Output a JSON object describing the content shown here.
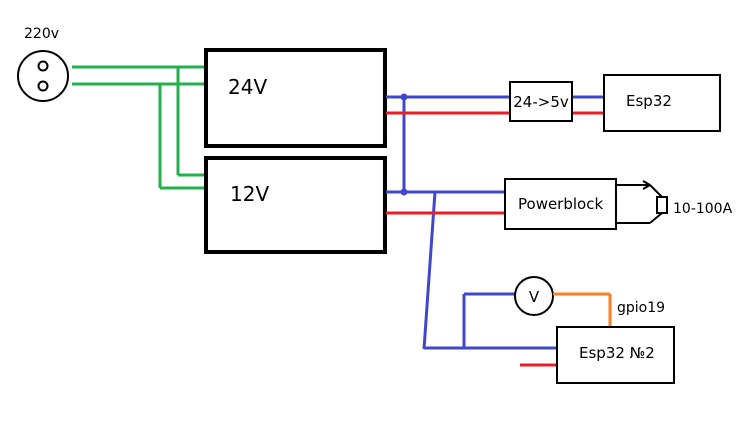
{
  "labels": {
    "mains": "220v",
    "psu_24": "24V",
    "psu_12": "12V",
    "converter": "24->5v",
    "esp32_1": "Esp32",
    "powerblock": "Powerblock",
    "load_range": "10-100A",
    "voltmeter": "V",
    "gpio": "gpio19",
    "esp32_2": "Esp32 №2"
  },
  "colors": {
    "mains_wire": "#22b14c",
    "negative_wire": "#3f48cc",
    "positive_wire": "#ed1c24",
    "signal_wire": "#ff7f27",
    "outline": "#000000"
  }
}
